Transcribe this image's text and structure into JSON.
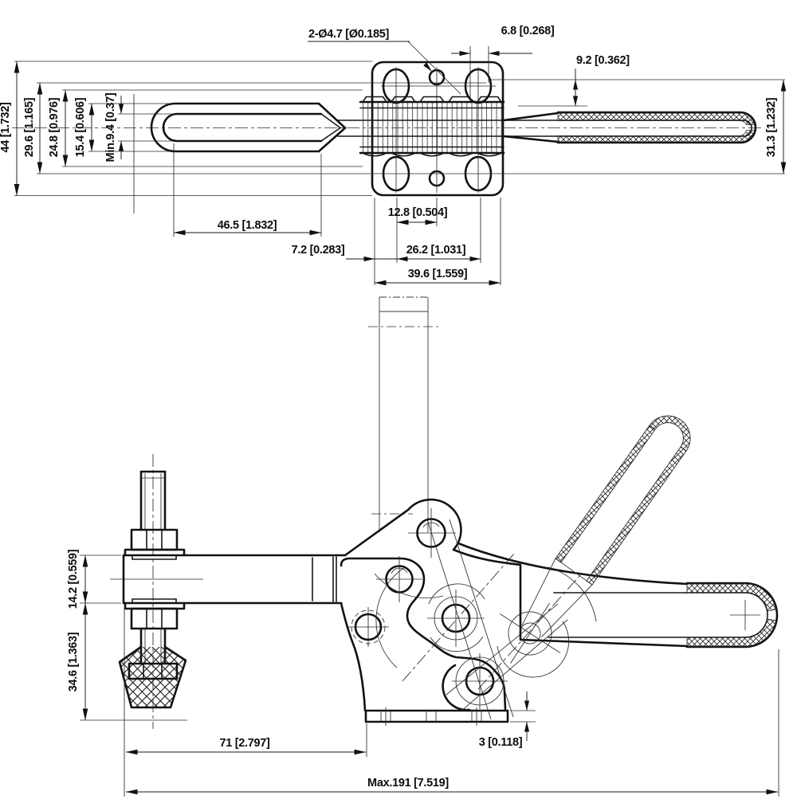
{
  "drawing": {
    "kind": "technical-drawing",
    "subject": "horizontal toggle clamp, top view and front view",
    "colors": {
      "line": "#141414",
      "background": "#ffffff"
    }
  },
  "dims": {
    "hole_note": "2-Ø4.7 [Ø0.185]",
    "d6_8": "6.8 [0.268]",
    "d9_2": "9.2 [0.362]",
    "d44": "44 [1.732]",
    "d29_6": "29.6 [1.165]",
    "d24_8": "24.8 [0.976]",
    "d15_4": "15.4 [0.606]",
    "d9_4": "Min.9.4 [0.37]",
    "d31_3": "31.3 [1.232]",
    "d46_5": "46.5 [1.832]",
    "d12_8": "12.8 [0.504]",
    "d7_2": "7.2 [0.283]",
    "d26_2": "26.2 [1.031]",
    "d39_6": "39.6 [1.559]",
    "d14_2": "14.2 [0.559]",
    "d34_6": "34.6 [1.363]",
    "d71": "71 [2.797]",
    "d3": "3 [0.118]",
    "d191": "Max.191 [7.519]"
  }
}
